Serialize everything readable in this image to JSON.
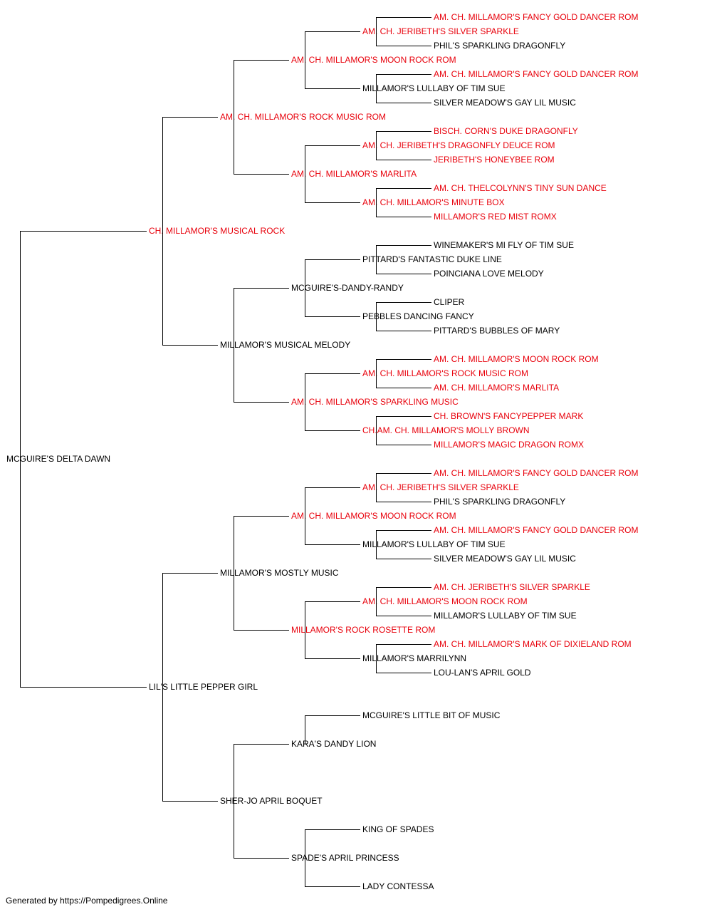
{
  "colors": {
    "champion": "#e8000b",
    "normal": "#000000",
    "line": "#000000"
  },
  "footer": "Generated by https://Pompedigrees.Online",
  "pedigree": {
    "name": "MCGUIRE'S DELTA DAWN",
    "champion": false,
    "sire": {
      "name": "CH. MILLAMOR'S MUSICAL ROCK",
      "champion": true,
      "sire": {
        "name": "AM. CH. MILLAMOR'S ROCK MUSIC ROM",
        "champion": true,
        "sire": {
          "name": "AM. CH. MILLAMOR'S MOON ROCK ROM",
          "champion": true,
          "sire": {
            "name": "AM. CH. JERIBETH'S SILVER SPARKLE",
            "champion": true,
            "sire": {
              "name": "AM. CH. MILLAMOR'S FANCY GOLD DANCER ROM",
              "champion": true
            },
            "dam": {
              "name": "PHIL'S SPARKLING DRAGONFLY",
              "champion": false
            }
          },
          "dam": {
            "name": "MILLAMOR'S LULLABY OF TIM SUE",
            "champion": false,
            "sire": {
              "name": "AM. CH. MILLAMOR'S FANCY GOLD DANCER ROM",
              "champion": true
            },
            "dam": {
              "name": "SILVER MEADOW'S GAY LIL MUSIC",
              "champion": false
            }
          }
        },
        "dam": {
          "name": "AM. CH. MILLAMOR'S MARLITA",
          "champion": true,
          "sire": {
            "name": "AM. CH. JERIBETH'S DRAGONFLY DEUCE ROM",
            "champion": true,
            "sire": {
              "name": "BISCH. CORN'S DUKE DRAGONFLY",
              "champion": true
            },
            "dam": {
              "name": "JERIBETH'S HONEYBEE ROM",
              "champion": true
            }
          },
          "dam": {
            "name": "AM. CH. MILLAMOR'S MINUTE BOX",
            "champion": true,
            "sire": {
              "name": "AM. CH. THELCOLYNN'S TINY SUN DANCE",
              "champion": true
            },
            "dam": {
              "name": "MILLAMOR'S RED MIST ROMX",
              "champion": true
            }
          }
        }
      },
      "dam": {
        "name": "MILLAMOR'S MUSICAL MELODY",
        "champion": false,
        "sire": {
          "name": "MCGUIRE'S-DANDY-RANDY",
          "champion": false,
          "sire": {
            "name": "PITTARD'S FANTASTIC DUKE LINE",
            "champion": false,
            "sire": {
              "name": "WINEMAKER'S MI FLY OF TIM SUE",
              "champion": false
            },
            "dam": {
              "name": "POINCIANA LOVE MELODY",
              "champion": false
            }
          },
          "dam": {
            "name": "PEBBLES DANCING FANCY",
            "champion": false,
            "sire": {
              "name": "CLIPER",
              "champion": false
            },
            "dam": {
              "name": "PITTARD'S BUBBLES OF MARY",
              "champion": false
            }
          }
        },
        "dam": {
          "name": "AM. CH. MILLAMOR'S SPARKLING MUSIC",
          "champion": true,
          "sire": {
            "name": "AM. CH. MILLAMOR'S ROCK MUSIC ROM",
            "champion": true,
            "sire": {
              "name": "AM. CH. MILLAMOR'S MOON ROCK ROM",
              "champion": true
            },
            "dam": {
              "name": "AM. CH. MILLAMOR'S MARLITA",
              "champion": true
            }
          },
          "dam": {
            "name": "CH.AM. CH. MILLAMOR'S MOLLY BROWN",
            "champion": true,
            "sire": {
              "name": "CH. BROWN'S FANCYPEPPER MARK",
              "champion": true
            },
            "dam": {
              "name": "MILLAMOR'S MAGIC DRAGON ROMX",
              "champion": true
            }
          }
        }
      }
    },
    "dam": {
      "name": "LIL'S LITTLE PEPPER GIRL",
      "champion": false,
      "sire": {
        "name": "MILLAMOR'S MOSTLY MUSIC",
        "champion": false,
        "sire": {
          "name": "AM. CH. MILLAMOR'S MOON ROCK ROM",
          "champion": true,
          "sire": {
            "name": "AM. CH. JERIBETH'S SILVER SPARKLE",
            "champion": true,
            "sire": {
              "name": "AM. CH. MILLAMOR'S FANCY GOLD DANCER ROM",
              "champion": true
            },
            "dam": {
              "name": "PHIL'S SPARKLING DRAGONFLY",
              "champion": false
            }
          },
          "dam": {
            "name": "MILLAMOR'S LULLABY OF TIM SUE",
            "champion": false,
            "sire": {
              "name": "AM. CH. MILLAMOR'S FANCY GOLD DANCER ROM",
              "champion": true
            },
            "dam": {
              "name": "SILVER MEADOW'S GAY LIL MUSIC",
              "champion": false
            }
          }
        },
        "dam": {
          "name": "MILLAMOR'S ROCK ROSETTE ROM",
          "champion": true,
          "sire": {
            "name": "AM. CH. MILLAMOR'S MOON ROCK ROM",
            "champion": true,
            "sire": {
              "name": "AM. CH. JERIBETH'S SILVER SPARKLE",
              "champion": true
            },
            "dam": {
              "name": "MILLAMOR'S LULLABY OF TIM SUE",
              "champion": false
            }
          },
          "dam": {
            "name": "MILLAMOR'S MARRILYNN",
            "champion": false,
            "sire": {
              "name": "AM. CH. MILLAMOR'S MARK OF DIXIELAND ROM",
              "champion": true
            },
            "dam": {
              "name": "LOU-LAN'S APRIL GOLD",
              "champion": false
            }
          }
        }
      },
      "dam": {
        "name": "SHER-JO APRIL BOQUET",
        "champion": false,
        "sire": {
          "name": "KARA'S DANDY LION",
          "champion": false,
          "sire": {
            "name": "MCGUIRE'S LITTLE BIT OF MUSIC",
            "champion": false
          },
          "dam": null
        },
        "dam": {
          "name": "SPADE'S APRIL PRINCESS",
          "champion": false,
          "sire": {
            "name": "KING OF SPADES",
            "champion": false
          },
          "dam": {
            "name": "LADY CONTESSA",
            "champion": false
          }
        }
      }
    }
  }
}
